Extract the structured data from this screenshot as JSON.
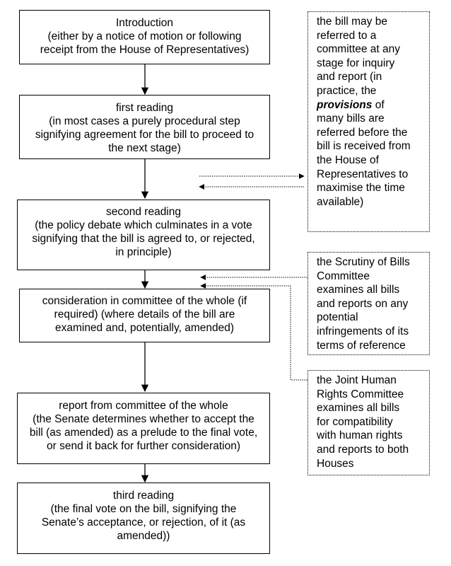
{
  "stages": [
    {
      "title": "Introduction",
      "lines": [
        "(either by a notice of motion or following",
        "receipt from the House of Representatives)"
      ]
    },
    {
      "title": "first reading",
      "lines": [
        "(in most cases a purely procedural step",
        "signifying agreement for the bill to proceed to",
        "the next stage)"
      ]
    },
    {
      "title": "second reading",
      "lines": [
        "(the policy debate which culminates in a vote",
        "signifying that the bill is agreed to, or rejected,",
        "in principle)"
      ]
    },
    {
      "title": "consideration in committee of the whole (if",
      "lines": [
        "required) (where details of the bill are",
        "examined and, potentially, amended)"
      ]
    },
    {
      "title": "report from committee of the whole",
      "lines": [
        "(the Senate determines whether to accept the",
        "bill (as amended) as a prelude to the final vote,",
        "or send it back for further consideration)"
      ]
    },
    {
      "title": "third reading",
      "lines": [
        "(the final vote on the bill, signifying the",
        "Senate’s acceptance, or rejection, of it (as",
        "amended))"
      ]
    }
  ],
  "notes": {
    "referral": {
      "lines_before": [
        "the bill may be",
        "referred to a",
        "committee at any",
        "stage for inquiry",
        "and report (in",
        "practice, the"
      ],
      "emphasis": "provisions",
      "emphasis_tail": " of",
      "lines_after": [
        "many bills are",
        "referred before the",
        "bill is received from",
        "the House of",
        "Representatives to",
        "maximise the time",
        "available)"
      ]
    },
    "scrutiny": {
      "lines": [
        "the Scrutiny of Bills",
        "Committee",
        "examines all bills",
        "and reports on any",
        "potential",
        "infringements of its",
        "terms of reference"
      ]
    },
    "human_rights": {
      "lines": [
        "the Joint Human",
        "Rights Committee",
        "examines all bills",
        "for compatibility",
        "with human rights",
        "and reports to both",
        "Houses"
      ]
    }
  }
}
